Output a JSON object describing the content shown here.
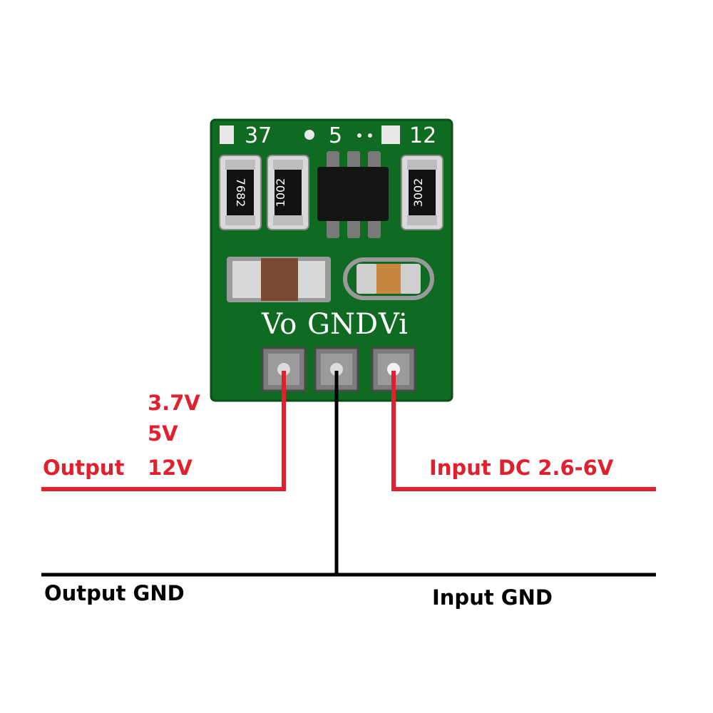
{
  "board": {
    "top_labels": [
      "37",
      "5",
      "12"
    ],
    "pin_labels": [
      "Vo",
      "GND",
      "Vi"
    ],
    "resistor_codes": [
      "7682",
      "1002",
      "3002"
    ]
  },
  "labels": {
    "output_options": [
      "3.7V",
      "5V",
      "12V"
    ],
    "output": "Output",
    "input": "Input DC 2.6-6V",
    "output_gnd": "Output GND",
    "input_gnd": "Input GND"
  },
  "colors": {
    "pcb": "#0f6a22",
    "wire_signal": "#e0202c",
    "wire_ground": "#000000",
    "label_signal": "#e0202c",
    "label_ground": "#000000"
  }
}
